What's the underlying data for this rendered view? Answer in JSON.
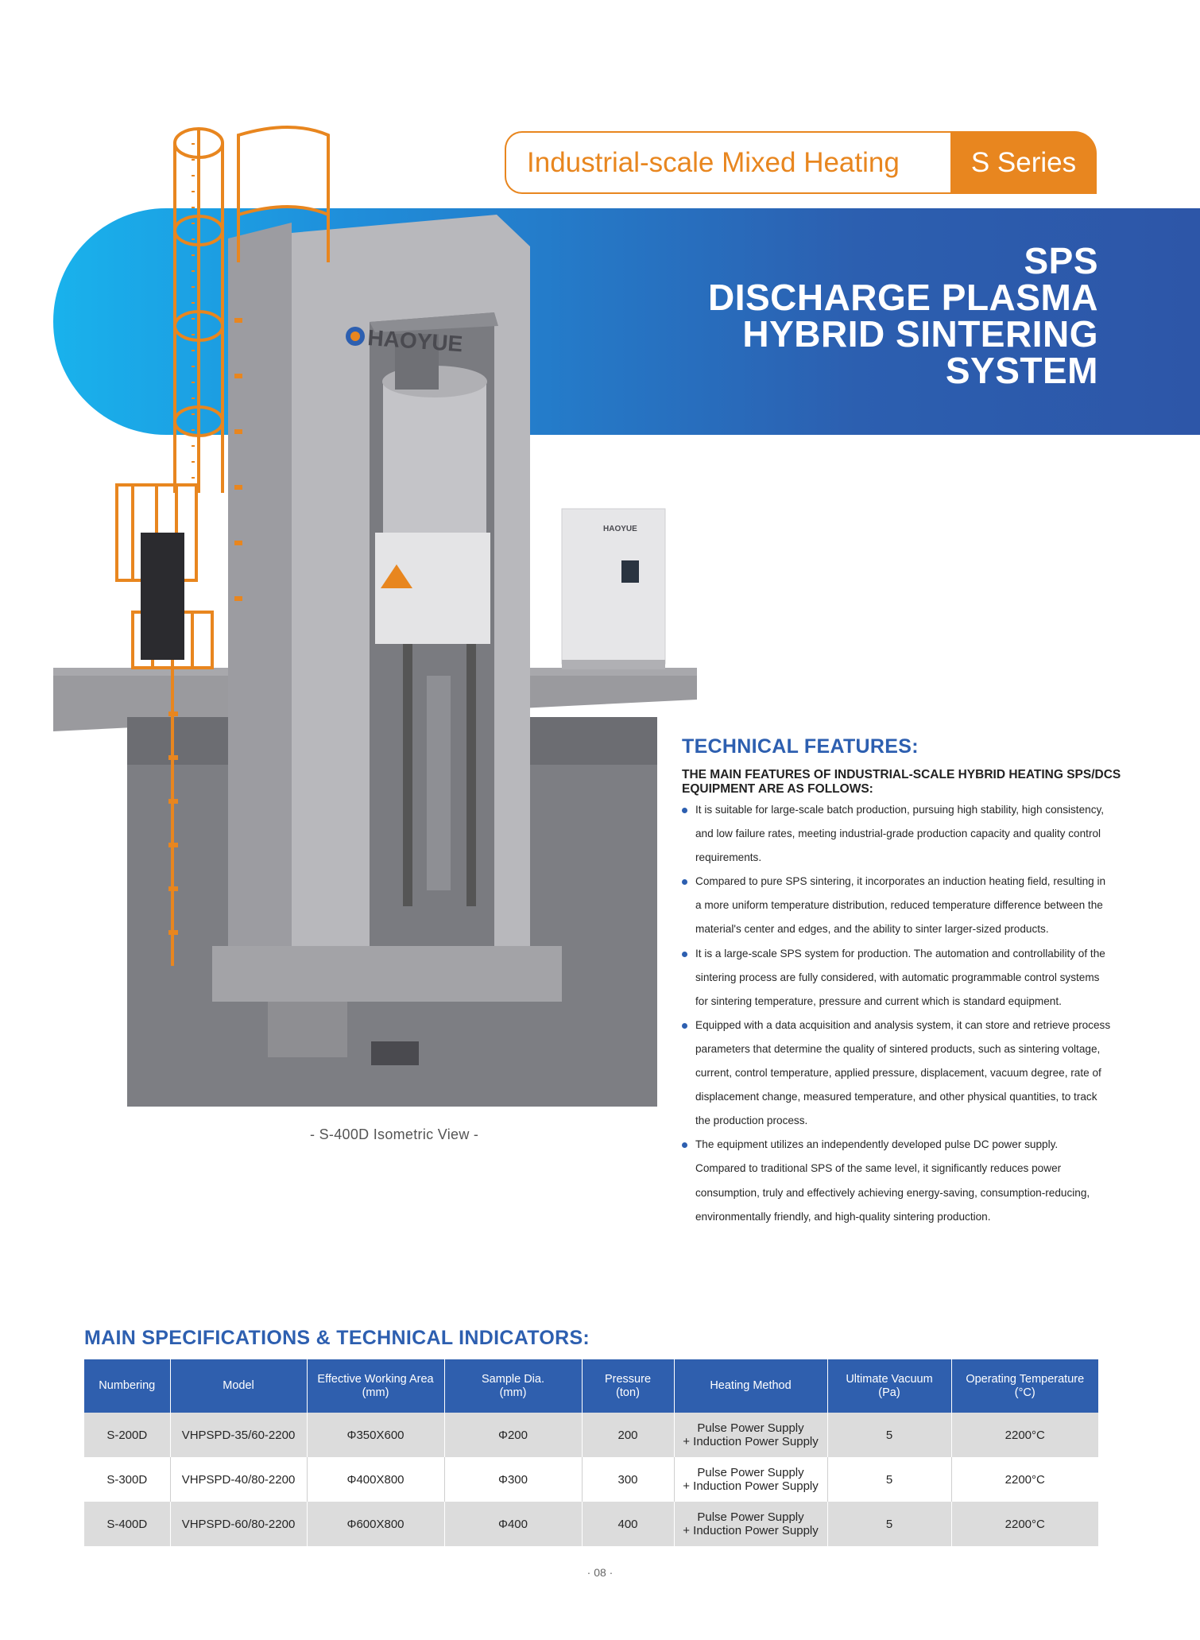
{
  "header": {
    "series_label": "Industrial-scale Mixed Heating",
    "series_name": "S Series"
  },
  "banner": {
    "title_lines": [
      "SPS",
      "DISCHARGE PLASMA",
      "HYBRID SINTERING",
      "SYSTEM"
    ]
  },
  "figure": {
    "brand": "HAOYUE",
    "caption": "- S-400D Isometric View -"
  },
  "features": {
    "title": "TECHNICAL FEATURES:",
    "subtitle": "THE MAIN FEATURES OF INDUSTRIAL-SCALE HYBRID HEATING SPS/DCS EQUIPMENT ARE AS FOLLOWS:",
    "items": [
      "It is suitable for large-scale batch production, pursuing high stability, high consistency, and low failure rates, meeting industrial-grade production capacity and quality control requirements.",
      "Compared to pure SPS sintering, it incorporates an induction heating field, resulting in a more uniform temperature distribution, reduced temperature difference between the material's center and edges, and the ability to sinter larger-sized products.",
      "It is a large-scale SPS system for production. The automation and controllability of the sintering process are fully considered, with automatic programmable control systems for sintering temperature, pressure and current which is standard equipment.",
      "Equipped with a data acquisition and analysis system, it can store and retrieve process parameters that determine the quality of sintered products, such as sintering voltage, current, control temperature, applied pressure, displacement, vacuum degree, rate of displacement change, measured temperature, and other physical quantities, to track the production process.",
      "The equipment utilizes an independently developed pulse DC power supply. Compared to traditional SPS of the same level, it significantly reduces power consumption, truly and effectively achieving energy-saving, consumption-reducing, environmentally friendly, and high-quality sintering production."
    ]
  },
  "specs": {
    "title": "MAIN SPECIFICATIONS & TECHNICAL INDICATORS:",
    "headers": [
      [
        "Numbering"
      ],
      [
        "Model"
      ],
      [
        "Effective Working Area",
        "(mm)"
      ],
      [
        "Sample Dia.",
        "(mm)"
      ],
      [
        "Pressure",
        "(ton)"
      ],
      [
        "Heating Method"
      ],
      [
        "Ultimate Vacuum",
        "(Pa)"
      ],
      [
        "Operating Temperature",
        "(°C)"
      ]
    ],
    "rows": [
      [
        "S-200D",
        "VHPSPD-35/60-2200",
        "Φ350X600",
        "Φ200",
        "200",
        "Pulse Power Supply\n+ Induction Power Supply",
        "5",
        "2200°C"
      ],
      [
        "S-300D",
        "VHPSPD-40/80-2200",
        "Φ400X800",
        "Φ300",
        "300",
        "Pulse Power Supply\n+ Induction Power Supply",
        "5",
        "2200°C"
      ],
      [
        "S-400D",
        "VHPSPD-60/80-2200",
        "Φ600X800",
        "Φ400",
        "400",
        "Pulse Power Supply\n+ Induction Power Supply",
        "5",
        "2200°C"
      ]
    ]
  },
  "footer": {
    "page_number": "· 08 ·"
  },
  "colors": {
    "orange": "#e8861f",
    "blue": "#2d5fb0",
    "cyan": "#19b2ec",
    "table_header": "#2f5fae",
    "row_alt": "#dcdcdc"
  }
}
